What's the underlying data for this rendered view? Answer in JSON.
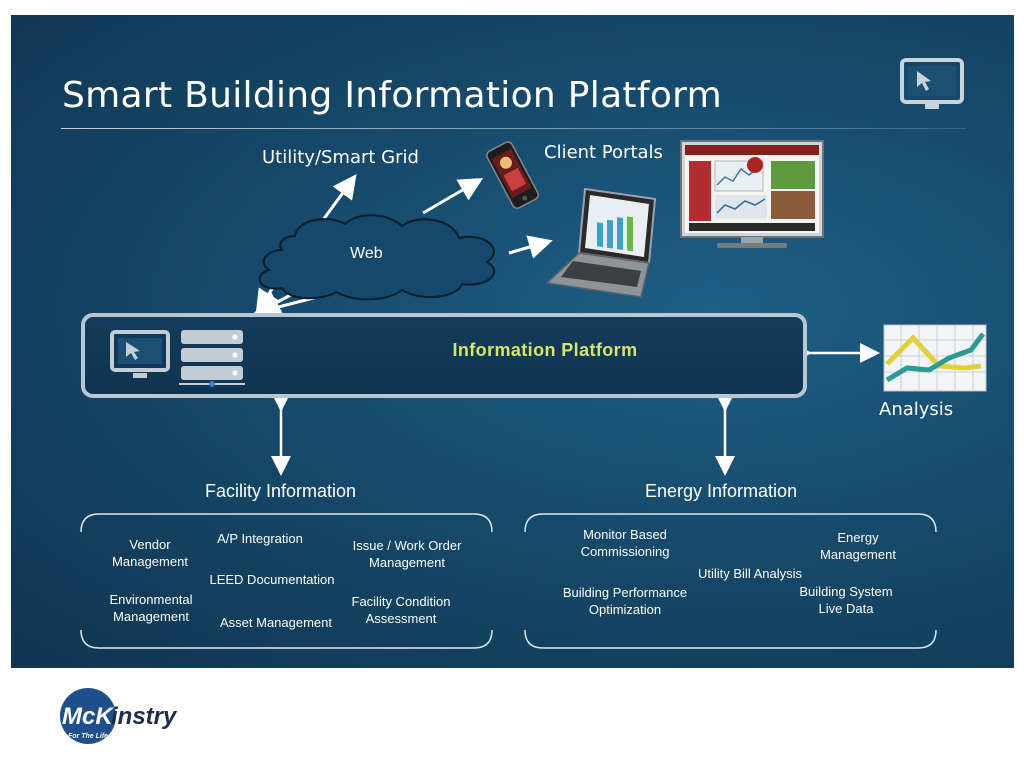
{
  "title": "Smart Building Information Platform",
  "cloud_label": "Web",
  "utility_label": "Utility/Smart Grid",
  "client_portals_label": "Client Portals",
  "platform_label": "Information Platform",
  "analysis_label": "Analysis",
  "facility": {
    "heading": "Facility Information",
    "items": [
      "Vendor\nManagement",
      "A/P Integration",
      "Issue / Work Order\nManagement",
      "LEED Documentation",
      "Environmental\nManagement",
      "Facility Condition\nAssessment",
      "Asset Management"
    ]
  },
  "energy": {
    "heading": "Energy Information",
    "items": [
      "Monitor Based\nCommissioning",
      "Energy\nManagement",
      "Utility Bill Analysis",
      "Building Performance\nOptimization",
      "Building System\nLive Data"
    ]
  },
  "logo": {
    "name": "McKinstry",
    "tagline": "For The Life Of Your Building"
  }
}
